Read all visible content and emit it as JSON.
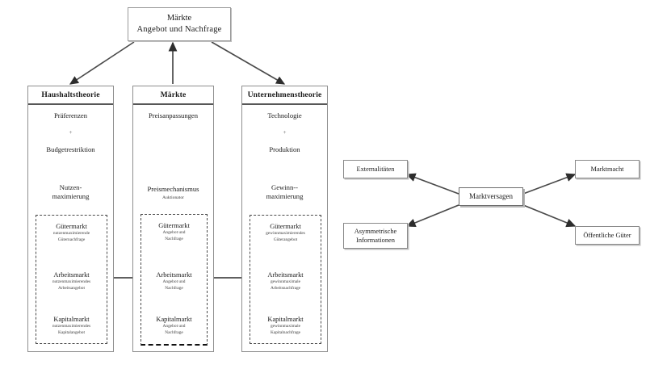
{
  "diagram": {
    "title_box": {
      "line1": "Märkte",
      "line2": "Angebot und Nachfrage"
    },
    "columns": [
      {
        "id": "household",
        "header": "Haushaltstheorie",
        "steps": [
          {
            "text": "Präferenzen"
          },
          {
            "text": "+"
          },
          {
            "text": "Budgetrestriktion"
          },
          {
            "line1": "Nutzen-",
            "line2": "maximierung"
          }
        ],
        "markets": [
          {
            "title": "Gütermarkt",
            "sub1": "nutzenmaximierende",
            "sub2": "Güternachfrage"
          },
          {
            "title": "Arbeitsmarkt",
            "sub1": "nutzenmaximierendes",
            "sub2": "Arbeitsangebot"
          },
          {
            "title": "Kapitalmarkt",
            "sub1": "nutzenmaximierendes",
            "sub2": "Kapitalangebot"
          }
        ]
      },
      {
        "id": "markets",
        "header": "Märkte",
        "steps": [
          {
            "text": "Preisanpassungen"
          },
          {
            "line1": "Preismechanismus",
            "line2": "Auktionator"
          }
        ],
        "markets": [
          {
            "title": "Gütermarkt",
            "sub1": "Angebot und",
            "sub2": "Nachfrage"
          },
          {
            "title": "Arbeitsmarkt",
            "sub1": "Angebot und",
            "sub2": "Nachfrage"
          },
          {
            "title": "Kapitalmarkt",
            "sub1": "Angebot und",
            "sub2": "Nachfrage"
          }
        ]
      },
      {
        "id": "firm",
        "header": "Unternehmenstheorie",
        "steps": [
          {
            "text": "Technologie"
          },
          {
            "text": "+"
          },
          {
            "text": "Produktion"
          },
          {
            "line1": "Gewinn--",
            "line2": "maximierung"
          }
        ],
        "markets": [
          {
            "title": "Gütermarkt",
            "sub1": "gewinnmaximierendes",
            "sub2": "Güterangebot"
          },
          {
            "title": "Arbeitsmarkt",
            "sub1": "gewinnmaximale",
            "sub2": "Arbeitsnachfrage"
          },
          {
            "title": "Kapitalmarkt",
            "sub1": "gewinnmaximale",
            "sub2": "Kapitalnachfrage"
          }
        ]
      }
    ],
    "failure": {
      "center": "Marktversagen",
      "nodes": [
        {
          "id": "externalities",
          "label": "Externalitäten"
        },
        {
          "id": "market-power",
          "label": "Marktmacht"
        },
        {
          "id": "asymmetric-information",
          "line1": "Asymmetrische",
          "line2": "Informationen"
        },
        {
          "id": "public-goods",
          "label": "Öffentliche Güter"
        }
      ]
    },
    "colors": {
      "line": "#4a4a4a",
      "border": "#8a8a8a",
      "header_rule": "#575757",
      "text": "#1a1a1a"
    }
  }
}
